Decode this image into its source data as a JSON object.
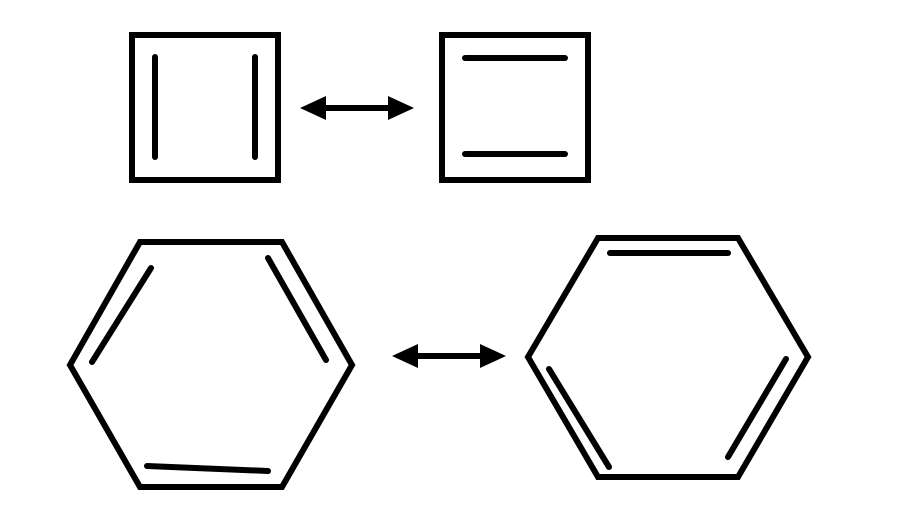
{
  "diagram": {
    "type": "resonance-structures",
    "stroke_color": "#000000",
    "background_color": "#ffffff",
    "rows": [
      {
        "molecule": "cyclobutadiene",
        "ring_size": 4,
        "structures": [
          {
            "double_bonds": "vertical-pair"
          },
          {
            "double_bonds": "horizontal-pair"
          }
        ],
        "arrow": "resonance-double-headed"
      },
      {
        "molecule": "benzene",
        "ring_size": 6,
        "structures": [
          {
            "double_bonds": "kekule-1"
          },
          {
            "double_bonds": "kekule-2"
          }
        ],
        "arrow": "resonance-double-headed"
      }
    ]
  }
}
